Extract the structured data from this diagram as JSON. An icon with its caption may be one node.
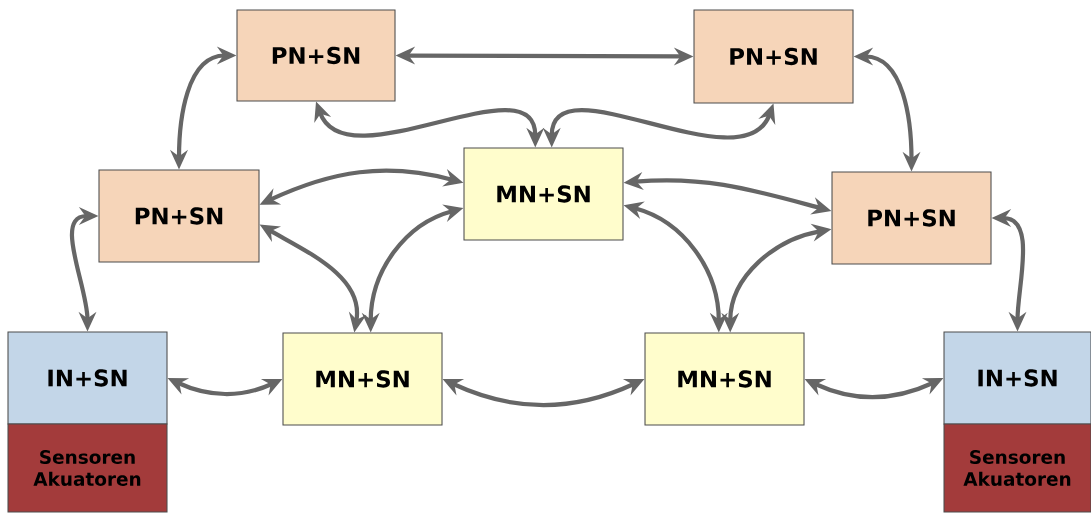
{
  "diagram": {
    "nodes": [
      {
        "text": [
          "PN+SN"
        ]
      },
      {
        "text": [
          "PN+SN"
        ]
      },
      {
        "text": [
          "PN+SN"
        ]
      },
      {
        "text": [
          "MN+SN"
        ]
      },
      {
        "text": [
          "PN+SN"
        ]
      },
      {
        "text": [
          "IN+SN"
        ]
      },
      {
        "text": [
          "Sensoren Akuatoren"
        ]
      },
      {
        "text": [
          "MN+SN"
        ]
      },
      {
        "text": [
          "MN+SN"
        ]
      },
      {
        "text": [
          "IN+SN"
        ]
      },
      {
        "text": [
          "Sensoren Akuatoren"
        ]
      }
    ],
    "edges": [
      {
        "from": 0,
        "to": 1,
        "arrow": "both"
      },
      {
        "from": 0,
        "to": 2,
        "arrow": "both"
      },
      {
        "from": 1,
        "to": 4,
        "arrow": "both"
      },
      {
        "from": 0,
        "to": 3,
        "arrow": "both"
      },
      {
        "from": 1,
        "to": 3,
        "arrow": "both"
      },
      {
        "from": 3,
        "to": 2,
        "arrow": "both"
      },
      {
        "from": 3,
        "to": 7,
        "arrow": "both"
      },
      {
        "from": 2,
        "to": 7,
        "arrow": "both"
      },
      {
        "from": 3,
        "to": 4,
        "arrow": "both"
      },
      {
        "from": 3,
        "to": 8,
        "arrow": "both"
      },
      {
        "from": 4,
        "to": 8,
        "arrow": "both"
      },
      {
        "from": 2,
        "to": 5,
        "arrow": "both"
      },
      {
        "from": 4,
        "to": 9,
        "arrow": "both"
      },
      {
        "from": 5,
        "to": 7,
        "arrow": "both"
      },
      {
        "from": 7,
        "to": 8,
        "arrow": "both"
      },
      {
        "from": 8,
        "to": 9,
        "arrow": "both"
      }
    ]
  }
}
